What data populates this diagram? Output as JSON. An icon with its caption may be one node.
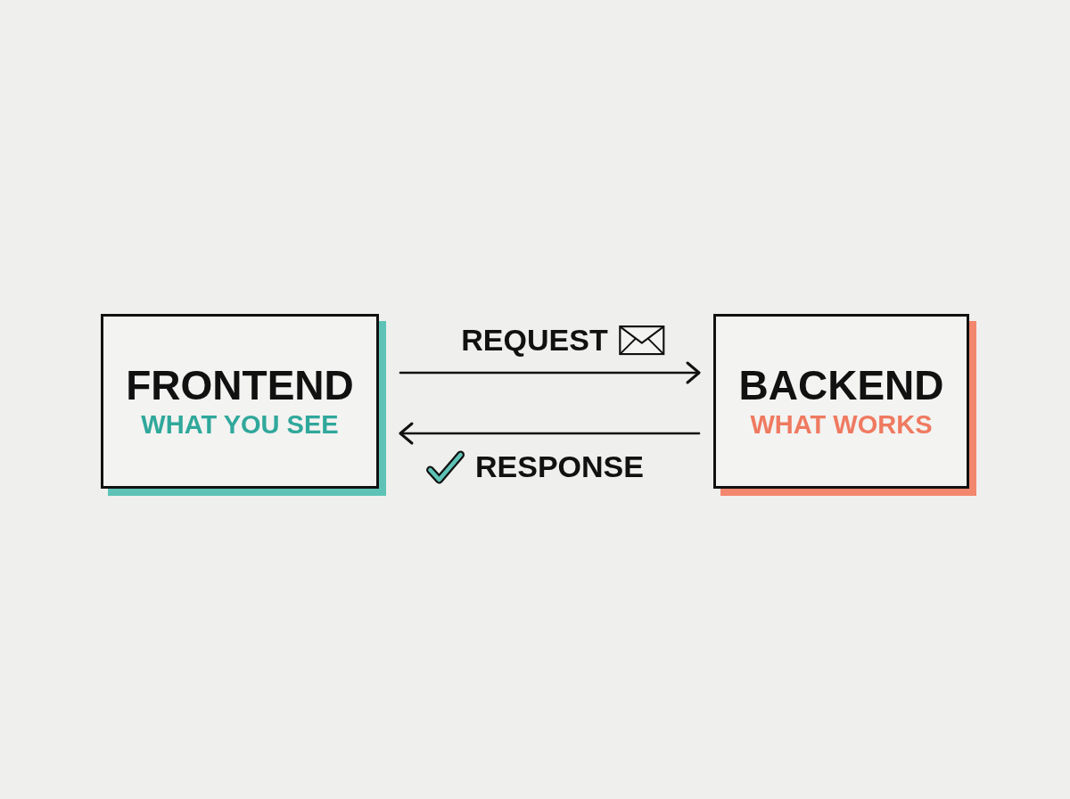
{
  "diagram": {
    "nodes": [
      {
        "text": [
          "FRONTEND",
          "WHAT YOU SEE"
        ]
      },
      {
        "text": [
          "BACKEND",
          "WHAT WORKS"
        ]
      }
    ],
    "edges": [
      {
        "from": 0,
        "to": 1,
        "arrow": "to",
        "label": "REQUEST"
      },
      {
        "from": 1,
        "to": 0,
        "arrow": "to",
        "label": "RESPONSE"
      }
    ]
  }
}
